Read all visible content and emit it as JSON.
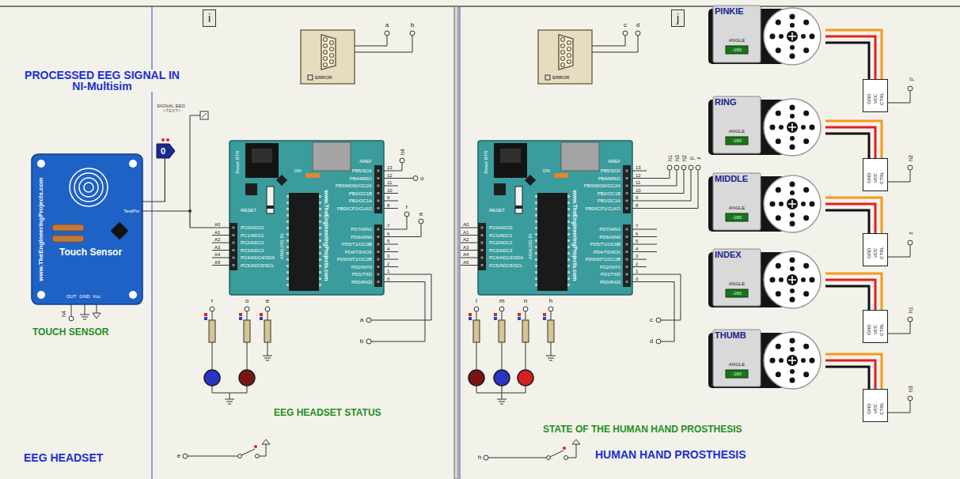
{
  "diagram": {
    "nodes": [
      {
        "text": [
          "EEG HEADSET"
        ]
      },
      {
        "text": [
          "i"
        ],
        "in": 0
      },
      {
        "text": [
          "ERROR"
        ],
        "in": 0
      },
      {
        "text": [
          "0"
        ],
        "in": 0
      },
      {
        "text": [
          "www.TheEngineeringProjects.com",
          "Touch Sensor",
          "TestPin",
          "OUT",
          "GND",
          "Vcc"
        ],
        "in": 0
      },
      {
        "text": [
          "www.TheEngineeringProjects.com",
          "ON",
          "Reset BTN",
          "RESET",
          "AREF",
          "PB5/SCK",
          "PB4/MISO",
          "PB3/MOSI/OC2A",
          "PB2/OC1B",
          "PB1/OC1A",
          "PB0/ICP1/CLKO",
          "PD7/AIN1",
          "PD6/AIN0",
          "PD5/T1/OC0B",
          "PD4/T0/XCK",
          "PD3/INT1/OC2B",
          "PD2/INT0",
          "PD1/TXD",
          "PD0/RXD",
          "13",
          "12",
          "11",
          "10",
          "9",
          "8",
          "7",
          "6",
          "5",
          "4",
          "3",
          "2",
          "1",
          "0",
          "A0",
          "A1",
          "A2",
          "A3",
          "A4",
          "A5",
          "PC0/ADC0",
          "PC1/ADC1",
          "PC2/ADC2",
          "PC3/ADC3",
          "PC4/ADC4/SDA",
          "PC5/ADC5/SCL",
          "ANALOG IN"
        ],
        "in": 0
      },
      {
        "text": [
          "HUMAN HAND PROSTHESIS"
        ]
      },
      {
        "text": [
          "j"
        ],
        "in": 6
      },
      {
        "text": [
          "ERROR"
        ],
        "in": 6
      },
      {
        "text": [
          "www.TheEngineeringProjects.com",
          "ON",
          "Reset BTN",
          "RESET",
          "AREF",
          "PB5/SCK",
          "PB4/MISO",
          "PB3/MOSI/OC2A",
          "PB2/OC1B",
          "PB1/OC1A",
          "PB0/ICP1/CLKO",
          "PD7/AIN1",
          "PD6/AIN0",
          "PD5/T1/OC0B",
          "PD4/T0/XCK",
          "PD3/INT1/OC2B",
          "PD2/INT0",
          "PD1/TXD",
          "PD0/RXD",
          "13",
          "12",
          "11",
          "10",
          "9",
          "8",
          "7",
          "6",
          "5",
          "4",
          "3",
          "2",
          "1",
          "0",
          "A0",
          "A1",
          "A2",
          "A3",
          "A4",
          "A5",
          "PC0/ADC0",
          "PC1/ADC1",
          "PC2/ADC2",
          "PC3/ADC3",
          "PC4/ADC4/SDA",
          "PC5/ADC5/SCL",
          "ANALOG IN"
        ],
        "in": 6
      },
      {
        "text": [
          "PINKIE",
          "ANGLE",
          "-180"
        ],
        "in": 6
      },
      {
        "text": [
          "RING",
          "ANGLE",
          "-180"
        ],
        "in": 6
      },
      {
        "text": [
          "MIDDLE",
          "ANGLE",
          "-180"
        ],
        "in": 6
      },
      {
        "text": [
          "INDEX",
          "ANGLE",
          "-180"
        ],
        "in": 6
      },
      {
        "text": [
          "THUMB",
          "ANGLE",
          "-180"
        ],
        "in": 6
      },
      {
        "text": [
          "GND",
          "VCC",
          "CTRL"
        ],
        "in": 6
      },
      {
        "text": [
          "GND",
          "VCC",
          "CTRL"
        ],
        "in": 6
      },
      {
        "text": [
          "GND",
          "VCC",
          "CTRL"
        ],
        "in": 6
      },
      {
        "text": [
          "GND",
          "VCC",
          "CTRL"
        ],
        "in": 6
      },
      {
        "text": [
          "GND",
          "VCC",
          "CTRL"
        ],
        "in": 6
      }
    ],
    "edges": [
      {
        "from": 3,
        "to": 4,
        "arrow": "none"
      },
      {
        "from": 4,
        "to": 5,
        "arrow": "none"
      },
      {
        "from": 10,
        "to": 15,
        "arrow": "none"
      },
      {
        "from": 11,
        "to": 16,
        "arrow": "none"
      },
      {
        "from": 12,
        "to": 17,
        "arrow": "none"
      },
      {
        "from": 13,
        "to": 18,
        "arrow": "none"
      },
      {
        "from": 14,
        "to": 19,
        "arrow": "none"
      }
    ],
    "labels": [
      "PROCESSED EEG SIGNAL IN NI-Multisim",
      "SIGNAL EEG",
      "<TEXT>",
      "a",
      "b",
      "h4",
      "o",
      "r",
      "e",
      "a",
      "b",
      "h4",
      "TOUCH SENSOR",
      "r",
      "o",
      "e",
      "EEG HEADSET STATUS",
      "e",
      "c",
      "d",
      "h1",
      "h3",
      "h2",
      "p",
      "z",
      "c",
      "d",
      "l",
      "m",
      "n",
      "h",
      "STATE OF THE HUMAN HAND PROSTHESIS",
      "h",
      "p",
      "h2",
      "z",
      "h1",
      "h3"
    ]
  }
}
